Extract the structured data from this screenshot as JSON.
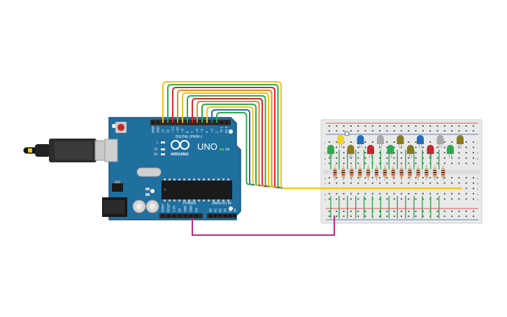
{
  "board": {
    "brand": "ARDUINO",
    "model": "UNO",
    "digital_label": "DIGITAL (PWM~)",
    "power_label": "POWER",
    "analog_label": "ANALOG IN",
    "on_label": "ON",
    "led_labels": [
      "L",
      "TX",
      "RX"
    ],
    "digital_pins": [
      "AREF",
      "GND",
      "13",
      "12",
      "~11",
      "~10",
      "~9",
      "8",
      "7",
      "~6",
      "~5",
      "4",
      "~3",
      "2",
      "TX 1",
      "RX 0"
    ],
    "power_pins": [
      "IOREF",
      "RESET",
      "3.3V",
      "5V",
      "GND",
      "GND",
      "Vin"
    ],
    "analog_pins": [
      "A0",
      "A1",
      "A2",
      "A3",
      "A4",
      "A5"
    ],
    "colors": {
      "board": "#1f6f9f",
      "header": "#2b2b2b",
      "chip": "#1a1a1a"
    }
  },
  "breadboard": {
    "row_labels_top": [
      "j",
      "i",
      "h",
      "g",
      "f"
    ],
    "row_labels_bottom": [
      "e",
      "d",
      "c",
      "b",
      "a"
    ],
    "columns": 21,
    "led_colors_top": [
      "#f2d21b",
      "#1f6fbf",
      "#a8a8a8",
      "#8a7a1c",
      "#1f6fbf",
      "#a8a8a8",
      "#8a7a1c"
    ],
    "led_colors_bottom": [
      "#2fa84f",
      "#8a7a1c",
      "#c0282a",
      "#2fa84f",
      "#8a7a1c",
      "#c0282a",
      "#2fa84f"
    ],
    "rail_colors": {
      "positive": "#d9262b",
      "negative": "#2a5fb0"
    }
  },
  "wires": {
    "colors": [
      "#f2c40f",
      "#2fa84f",
      "#d9262b",
      "#e8891d",
      "#f2c40f",
      "#2fa84f",
      "#d9262b",
      "#e8891d",
      "#2fa84f",
      "#f2c40f",
      "#1f6fbf",
      "#2fa84f"
    ],
    "ground_color": "#c2267e"
  }
}
